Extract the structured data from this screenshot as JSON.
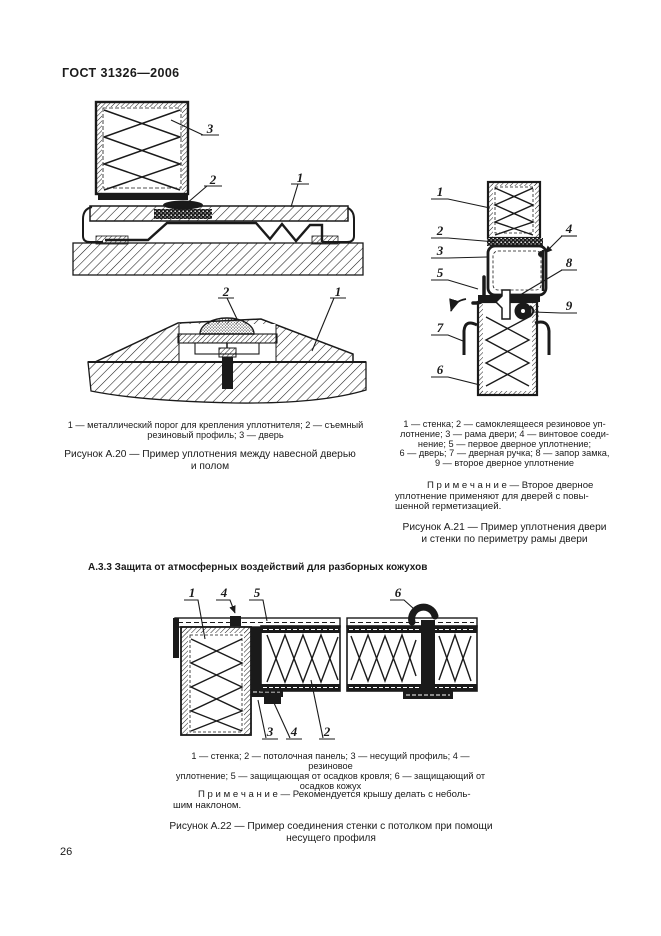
{
  "page": {
    "header": "ГОСТ 31326—2006",
    "page_number": "26",
    "colors": {
      "paper": "#ffffff",
      "ink": "#1a1a1a"
    }
  },
  "section_heading": "А.3.3 Защита от атмосферных воздействий для разборных кожухов",
  "figure_a20": {
    "legend": "1 — металлический порог для крепления уплотнителя; 2 — съемный\nрезиновый профиль; 3 — дверь",
    "caption": "Рисунок А.20 — Пример уплотнения между навесной дверью\nи полом",
    "callouts": {
      "c1": "1",
      "c2": "2",
      "c3": "3",
      "b1": "1",
      "b2": "2"
    }
  },
  "figure_a21": {
    "legend": "1 — стенка; 2 — самоклеящееся резиновое уп-\nлотнение; 3 — рама двери; 4 — винтовое соеди-\nнение; 5 — первое дверное уплотнение;\n6 — дверь; 7 — дверная ручка; 8 — запор замка,\n9 — второе дверное уплотнение",
    "note": "П р и м е ч а н и е — Второе дверное\nуплотнение применяют для дверей с повы-\nшенной герметизацией.",
    "caption": "Рисунок А.21 — Пример уплотнения двери\nи стенки по периметру рамы двери",
    "callouts": {
      "c1": "1",
      "c2": "2",
      "c3": "3",
      "c4": "4",
      "c5": "5",
      "c6": "6",
      "c7": "7",
      "c8": "8",
      "c9": "9"
    }
  },
  "figure_a22": {
    "legend": "1 — стенка; 2 — потолочная панель; 3 — несущий профиль; 4 — резиновое\nуплотнение; 5 — защищающая от осадков кровля; 6 — защищающий от\nосадков кожух",
    "note": "П р и м е ч а н и е — Рекомендуется крышу делать с  неболь-\nшим наклоном.",
    "caption": "Рисунок А.22 — Пример соединения стенки с потолком при помощи\nнесущего профиля",
    "callouts": {
      "c1": "1",
      "c2": "2",
      "c3": "3",
      "c4a": "4",
      "c4b": "4",
      "c5": "5",
      "c6": "6"
    }
  }
}
